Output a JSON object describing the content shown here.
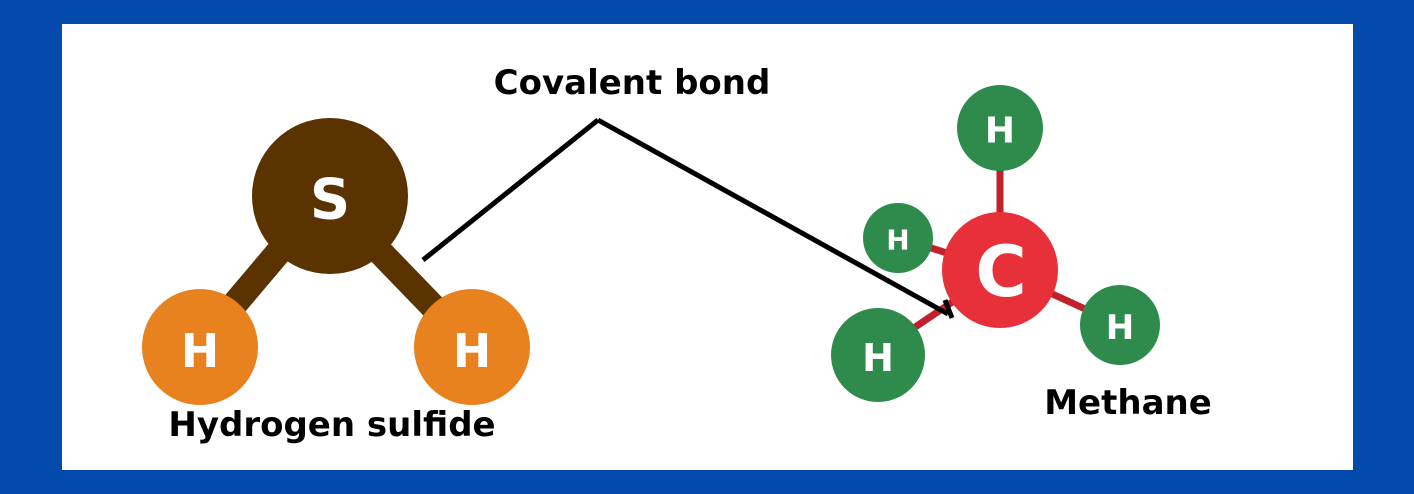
{
  "colors": {
    "border": "#044aad",
    "background": "#ffffff",
    "sulfur": "#5a3300",
    "hydrogen_h2s": "#e7821f",
    "carbon": "#e8303a",
    "hydrogen_ch4": "#2e8b4c",
    "ch4_bond": "#c2202b",
    "pointer_line": "#000000"
  },
  "labels": {
    "covalent_bond": "Covalent bond",
    "hydrogen_sulfide": "Hydrogen sulfide",
    "methane": "Methane"
  },
  "h2s": {
    "sulfur": {
      "symbol": "S",
      "icon": "sulfur-atom"
    },
    "hydrogen_left": {
      "symbol": "H",
      "icon": "hydrogen-atom"
    },
    "hydrogen_right": {
      "symbol": "H",
      "icon": "hydrogen-atom"
    }
  },
  "ch4": {
    "carbon": {
      "symbol": "C",
      "icon": "carbon-atom"
    },
    "hydrogen_top": {
      "symbol": "H",
      "icon": "hydrogen-atom"
    },
    "hydrogen_left": {
      "symbol": "H",
      "icon": "hydrogen-atom"
    },
    "hydrogen_bottom_left": {
      "symbol": "H",
      "icon": "hydrogen-atom"
    },
    "hydrogen_right": {
      "symbol": "H",
      "icon": "hydrogen-atom"
    }
  }
}
